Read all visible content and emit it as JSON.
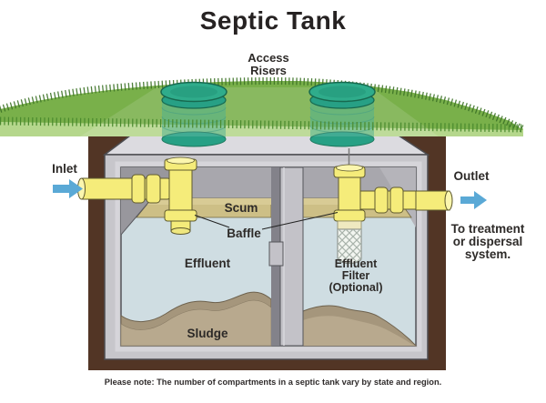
{
  "title": "Septic Tank",
  "labels": {
    "access_risers_line1": "Access",
    "access_risers_line2": "Risers",
    "inlet": "Inlet",
    "outlet": "Outlet",
    "scum": "Scum",
    "baffle": "Baffle",
    "effluent": "Effluent",
    "effluent_filter_line1": "Effluent",
    "effluent_filter_line2": "Filter",
    "effluent_filter_line3": "(Optional)",
    "sludge": "Sludge",
    "outlet_dest_line1": "To treatment",
    "outlet_dest_line2": "or dispersal",
    "outlet_dest_line3": "system."
  },
  "note": "Please note: The number of compartments in a septic tank vary by state and region.",
  "colors": {
    "grass_dark": "#79b04a",
    "grass_light": "#b5d78c",
    "grass_blades": "#3c7226",
    "soil_brown": "#523525",
    "tank_gray": "#c7c6cb",
    "tank_top_gray": "#dcdbe0",
    "interior_wall_gray": "#a8a7ad",
    "interior_wall_shadow": "#98979d",
    "divider_gray": "#c3c2c8",
    "effluent_blue": "#cfdde2",
    "scum_tan": "#cdbf86",
    "scum_tan_light": "#d8cb95",
    "sludge_dark": "#a5967c",
    "sludge_light": "#b8a98e",
    "pipe_yellow": "#f5ec7a",
    "pipe_yellow_light": "#fbf6ae",
    "riser_teal": "#2fac8b",
    "riser_teal_dark": "#27a085",
    "arrow_blue": "#5aa9d6",
    "text_dark": "#2d2a28"
  }
}
